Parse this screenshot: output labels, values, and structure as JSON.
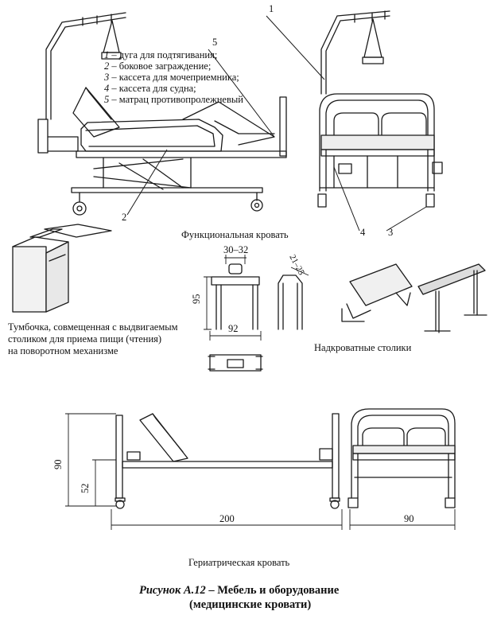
{
  "figure": {
    "label": "Рисунок А.12",
    "dash": "–",
    "title_line1": "Мебель и оборудование",
    "title_line2": "(медицинские кровати)"
  },
  "legend": [
    {
      "num": "1",
      "text": "– дуга для подтягивания;"
    },
    {
      "num": "2",
      "text": "– боковое заграждение;"
    },
    {
      "num": "3",
      "text": "– кассета для мочеприемника;"
    },
    {
      "num": "4",
      "text": "– кассета для судна;"
    },
    {
      "num": "5",
      "text": "– матрац противопролежневый"
    }
  ],
  "callouts": {
    "c1": "1",
    "c2": "2",
    "c3": "3",
    "c4": "4",
    "c5": "5"
  },
  "captions": {
    "functional_bed": "Функциональная кровать",
    "nightstand": [
      "Тумбочка, совмещенная с выдвигаемым",
      "столиком для приема пищи (чтения)",
      "на поворотном механизме"
    ],
    "bed_tables": "Надкроватные столики",
    "geriatric_bed": "Гериатрическая кровать"
  },
  "dimensions": {
    "table_top": "30–32",
    "table_height": "95",
    "table_width": "92",
    "table_side": "21–25",
    "geri_height": "90",
    "geri_seat": "52",
    "geri_length": "200",
    "geri_width": "90"
  }
}
